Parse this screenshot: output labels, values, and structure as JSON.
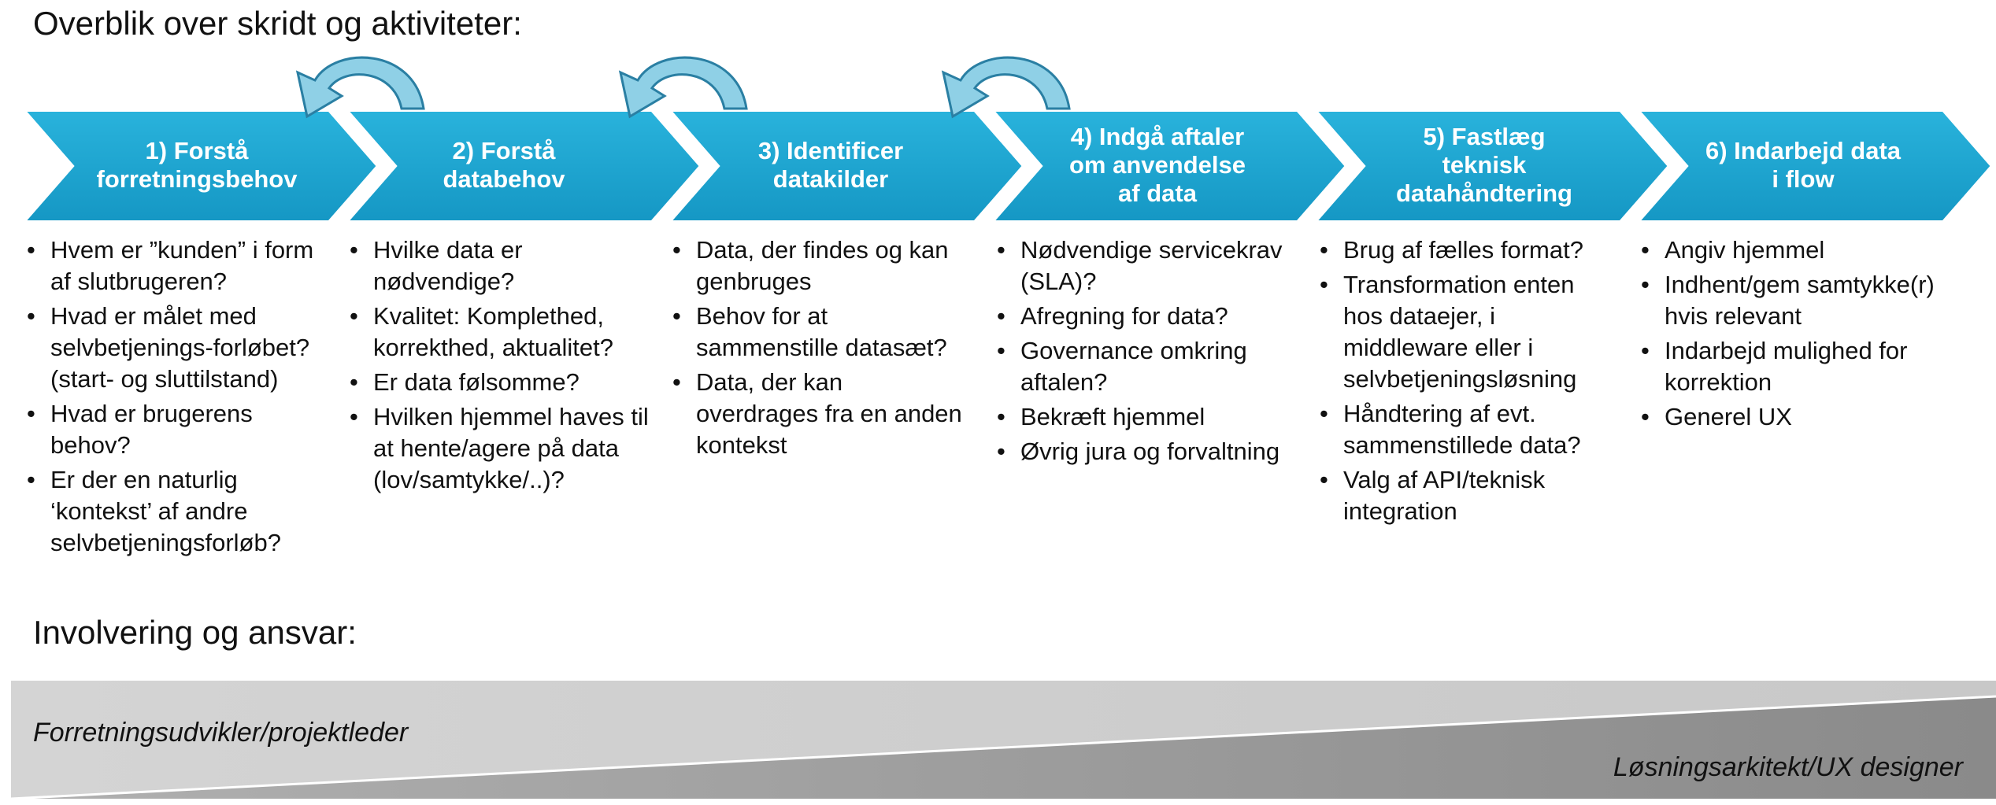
{
  "title": "Overblik over skridt og aktiviteter:",
  "involvement_title": "Involvering og ansvar:",
  "colors": {
    "chevron": "#1aa6d1",
    "chevron_dark": "#1590b8",
    "loop_arrow": "#8fd0e6",
    "gradient_light": "#d9d9d9",
    "gradient_dark": "#8c8c8c"
  },
  "loop_arrow_icon": "curved-arrow-back-icon",
  "steps": [
    {
      "label_lines": [
        "1) Forstå",
        "forretningsbehov"
      ],
      "bullets": [
        "Hvem er ”kunden” i form af slutbrugeren?",
        "Hvad er målet med selvbetjenings-forløbet? (start- og sluttilstand)",
        "Hvad er brugerens behov?",
        "Er der en naturlig ‘kontekst’ af andre selvbetjeningsforløb?"
      ]
    },
    {
      "label_lines": [
        "2) Forstå",
        "databehov"
      ],
      "bullets": [
        "Hvilke data er nødvendige?",
        "Kvalitet: Komplethed, korrekthed, aktualitet?",
        "Er data følsomme?",
        "Hvilken hjemmel haves til at hente/agere på data (lov/samtykke/..)?"
      ]
    },
    {
      "label_lines": [
        "3) Identificer",
        "datakilder"
      ],
      "bullets": [
        "Data, der findes og kan genbruges",
        "Behov for at sammenstille datasæt?",
        "Data, der kan overdrages fra en anden kontekst"
      ]
    },
    {
      "label_lines": [
        "4) Indgå aftaler",
        "om anvendelse",
        "af data"
      ],
      "bullets": [
        "Nødvendige servicekrav (SLA)?",
        "Afregning for data?",
        "Governance omkring aftalen?",
        "Bekræft hjemmel",
        "Øvrig jura og forvaltning"
      ]
    },
    {
      "label_lines": [
        "5) Fastlæg",
        "teknisk",
        "datahåndtering"
      ],
      "bullets": [
        "Brug af fælles format?",
        "Transformation enten hos dataejer, i middleware eller i selvbetjeningsløsning",
        "Håndtering af evt. sammenstillede data?",
        "Valg af API/teknisk integration"
      ]
    },
    {
      "label_lines": [
        "6) Indarbejd data",
        "i flow"
      ],
      "bullets": [
        "Angiv hjemmel",
        "Indhent/gem samtykke(r) hvis relevant",
        "Indarbejd mulighed for korrektion",
        "Generel UX"
      ]
    }
  ],
  "roles": {
    "left": "Forretningsudvikler/projektleder",
    "right": "Løsningsarkitekt/UX designer"
  }
}
